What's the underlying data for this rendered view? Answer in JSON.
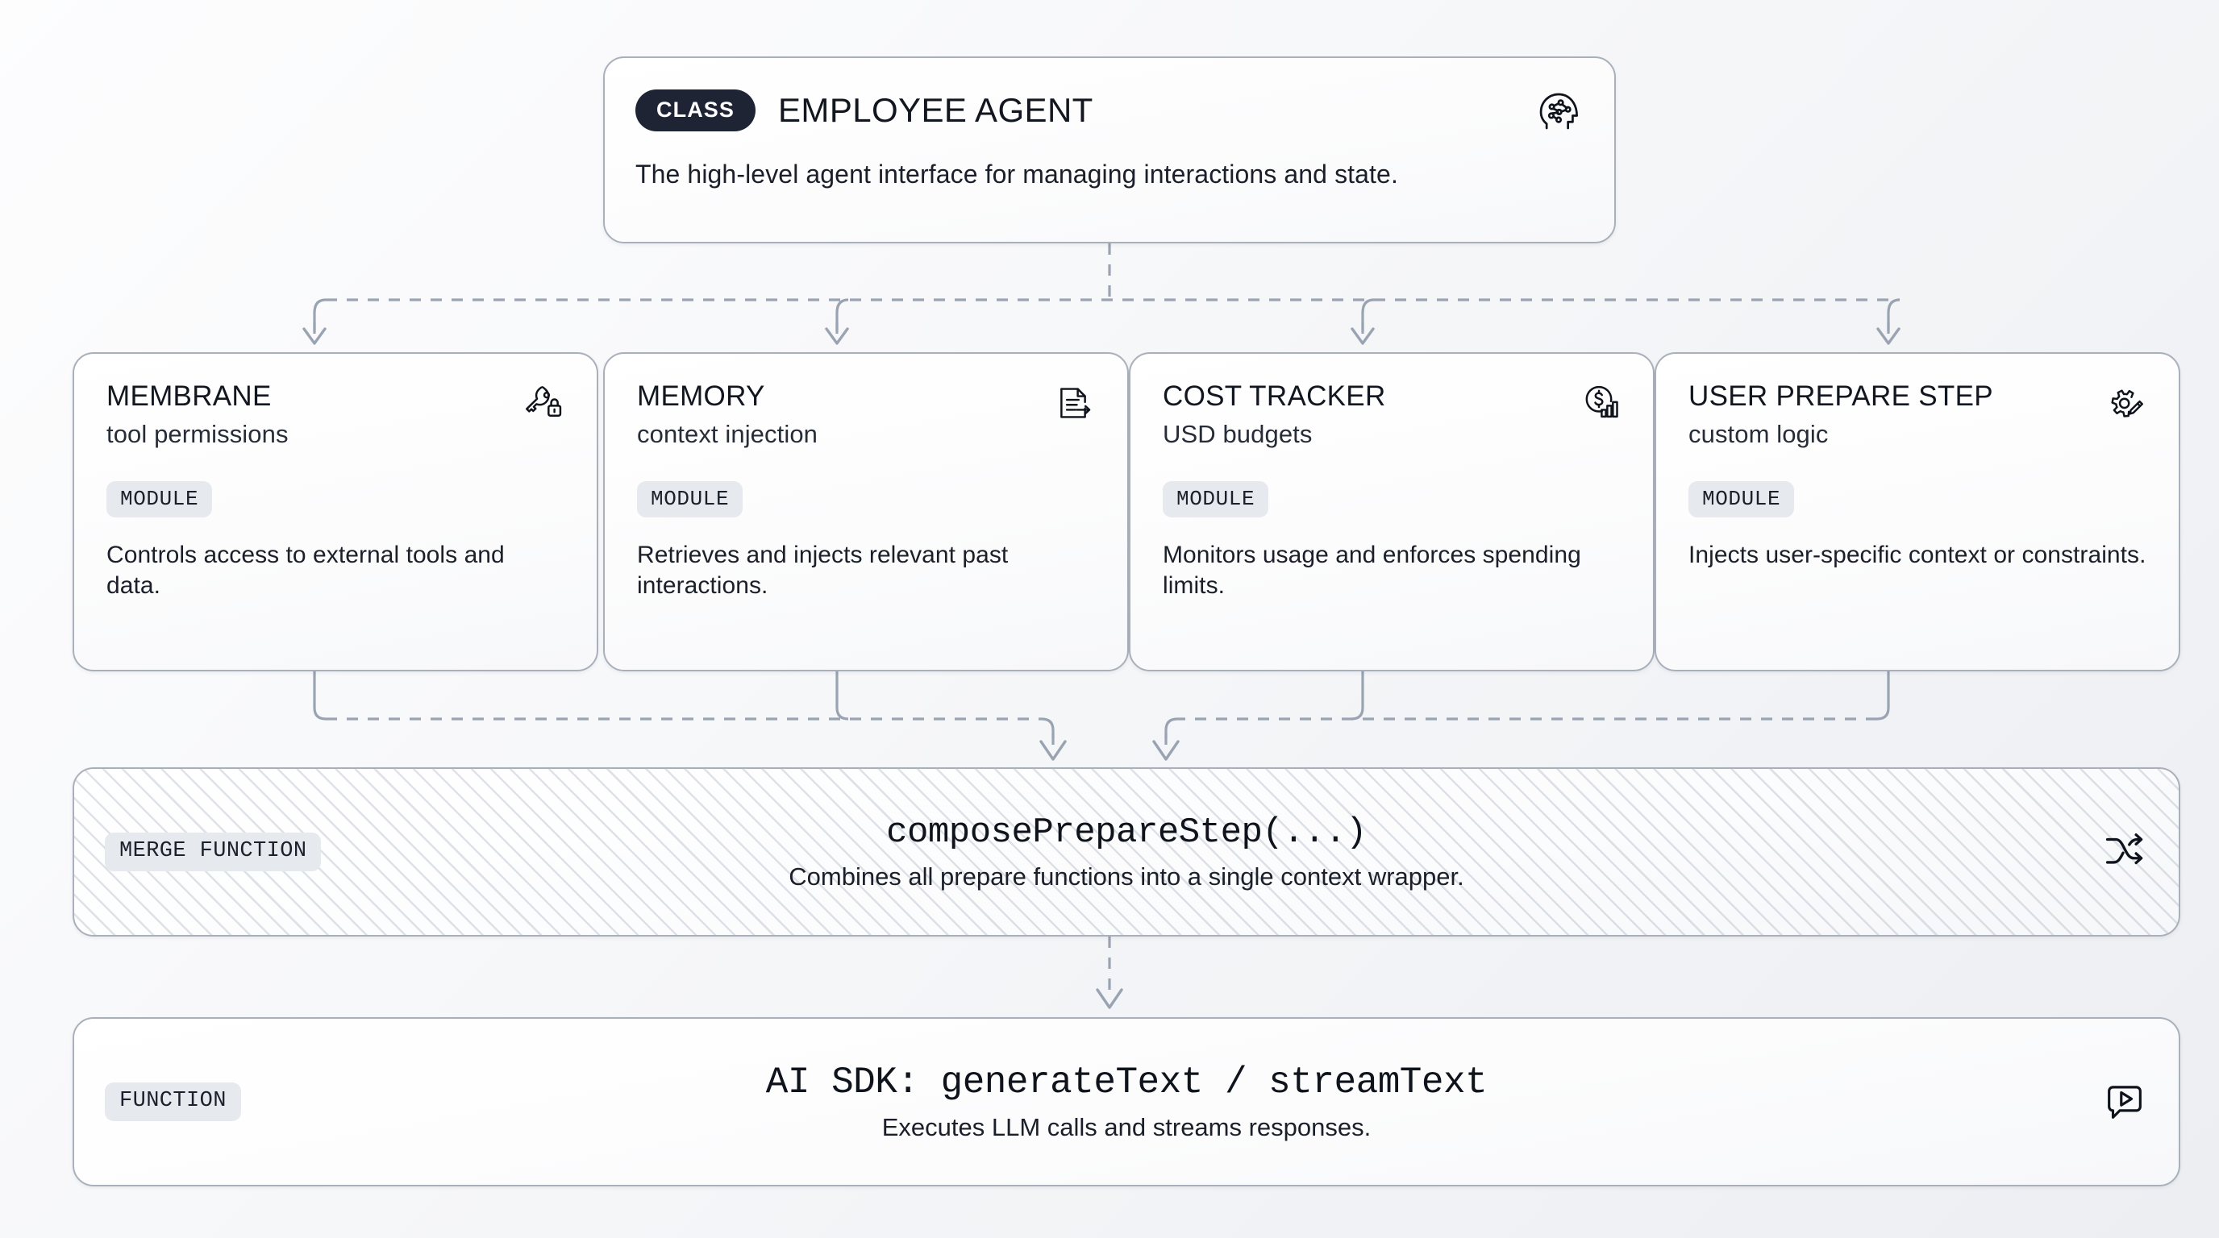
{
  "theme": {
    "badge_dark_bg": "#1e2433",
    "badge_dark_text": "#ffffff",
    "badge_light_bg": "#e6e9ee",
    "badge_light_text": "#1b212c",
    "card_border": "#a9b0bb",
    "connector": "#9aa3b2",
    "text_primary": "#12161f",
    "background": "#f6f7f9"
  },
  "class_card": {
    "badge": "CLASS",
    "title": "EMPLOYEE AGENT",
    "description": "The high-level agent interface for managing interactions and state.",
    "icon": "brain-head-icon"
  },
  "modules": [
    {
      "title": "MEMBRANE",
      "subtitle": "tool permissions",
      "badge": "MODULE",
      "description": "Controls access to external tools and data.",
      "icon": "key-lock-icon"
    },
    {
      "title": "MEMORY",
      "subtitle": "context injection",
      "badge": "MODULE",
      "description": "Retrieves and injects relevant past interactions.",
      "icon": "document-arrow-icon"
    },
    {
      "title": "COST TRACKER",
      "subtitle": "USD budgets",
      "badge": "MODULE",
      "description": "Monitors usage and enforces spending limits.",
      "icon": "dollar-chart-icon"
    },
    {
      "title": "USER PREPARE STEP",
      "subtitle": "custom logic",
      "badge": "MODULE",
      "description": "Injects user-specific context or constraints.",
      "icon": "gear-pencil-icon"
    }
  ],
  "merge_band": {
    "badge": "MERGE FUNCTION",
    "title": "composePrepareStep(...)",
    "description": "Combines all prepare functions into a single context wrapper.",
    "icon": "shuffle-icon"
  },
  "function_card": {
    "badge": "FUNCTION",
    "title": "AI SDK: generateText / streamText",
    "description": "Executes LLM calls and streams responses.",
    "icon": "chat-play-icon"
  }
}
